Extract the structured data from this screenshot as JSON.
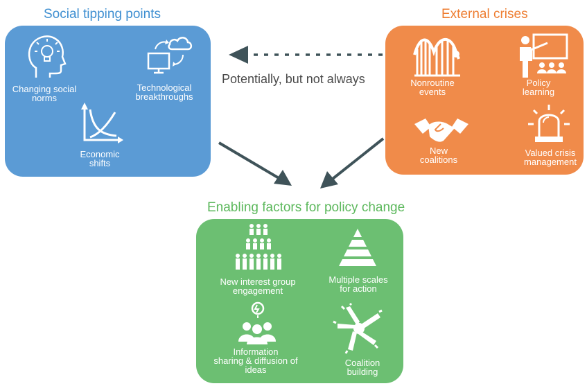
{
  "colors": {
    "blue": "#5b9bd5",
    "orange": "#f08b4a",
    "green": "#6cbf72",
    "arrow": "#3f5359",
    "title_blue": "#3f8fd1",
    "title_orange": "#ee7d31",
    "title_green": "#5cb85c"
  },
  "social": {
    "title": "Social tipping points",
    "items": [
      {
        "label": "Changing social\nnorms",
        "icon": "head-lightbulb-icon"
      },
      {
        "label": "Technological\nbreakthroughs",
        "icon": "computer-cloud-icon"
      },
      {
        "label": "Economic\nshifts",
        "icon": "crossing-curves-chart-icon"
      }
    ]
  },
  "external": {
    "title": "External crises",
    "items": [
      {
        "label": "Nonroutine\nevents",
        "icon": "rollercoaster-icon"
      },
      {
        "label": "Policy\nlearning",
        "icon": "presenter-audience-icon"
      },
      {
        "label": "New\ncoalitions",
        "icon": "handshake-icon"
      },
      {
        "label": "Valued crisis\nmanagement",
        "icon": "siren-light-icon"
      }
    ]
  },
  "connector": {
    "label": "Potentially, but not always"
  },
  "enabling": {
    "title": "Enabling factors for policy change",
    "items": [
      {
        "label": "New interest group\nengagement",
        "icon": "crowd-pyramid-icon"
      },
      {
        "label": "Multiple scales\nfor action",
        "icon": "layered-pyramid-icon"
      },
      {
        "label": "Information\nsharing & diffusion of\nideas",
        "icon": "group-idea-icon"
      },
      {
        "label": "Coalition\nbuilding",
        "icon": "joined-hands-icon"
      }
    ]
  }
}
